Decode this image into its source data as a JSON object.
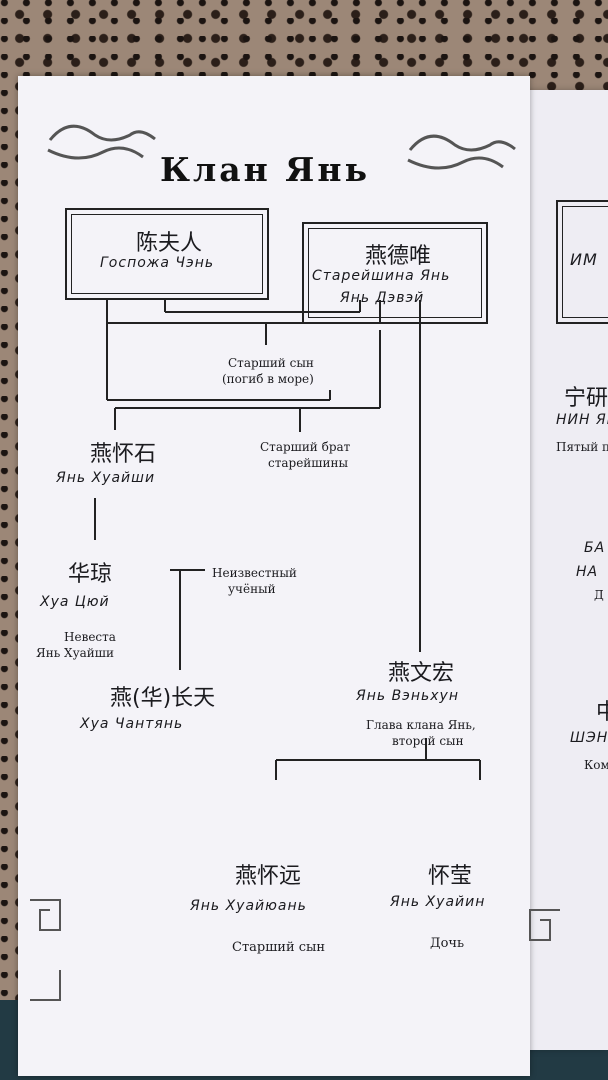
{
  "title": "Клан Янь",
  "people": {
    "chen": {
      "hanzi": "陈夫人",
      "name": "Госпожа Чэнь"
    },
    "dewei": {
      "hanzi": "燕德唯",
      "name_line1": "Старейшина Янь",
      "name_line2": "Янь Дэвэй"
    },
    "huaishi": {
      "hanzi": "燕怀石",
      "name": "Янь Хуайши"
    },
    "qiong": {
      "hanzi": "华琼",
      "name": "Хуа Цюй",
      "note_line1": "Невеста",
      "note_line2": "Янь Хуайши"
    },
    "changtian": {
      "hanzi": "燕(华)长天",
      "name": "Хуа Чантянь"
    },
    "wenhong": {
      "hanzi": "燕文宏",
      "name": "Янь Вэньхун",
      "note_line1": "Глава клана Янь,",
      "note_line2": "второй сын"
    },
    "huaiyuan": {
      "hanzi": "燕怀远",
      "name": "Янь Хуайюань",
      "note": "Старший сын"
    },
    "huaiying": {
      "hanzi": "怀莹",
      "name": "Янь Хуайин",
      "note": "Дочь"
    }
  },
  "notes": {
    "eldest_son_line1": "Старший сын",
    "eldest_son_line2": "(погиб в море)",
    "elder_brother_line1": "Старший брат",
    "elder_brother_line2": "старейшины",
    "unknown_scholar_line1": "Неизвестный",
    "unknown_scholar_line2": "учёный"
  },
  "right_page": {
    "box_text": "ИМ",
    "hanzi1": "宁研",
    "name1": "НИН ЯН",
    "caption1": "Пятый пр",
    "frag2": "БА",
    "frag3": "НА",
    "frag4": "Д",
    "hanzi2": "中",
    "name2": "ШЭН",
    "caption2": "Ком"
  },
  "colors": {
    "ink": "#1b1b1f",
    "paper": "#f4f3f8",
    "cloth": "#223a44"
  }
}
